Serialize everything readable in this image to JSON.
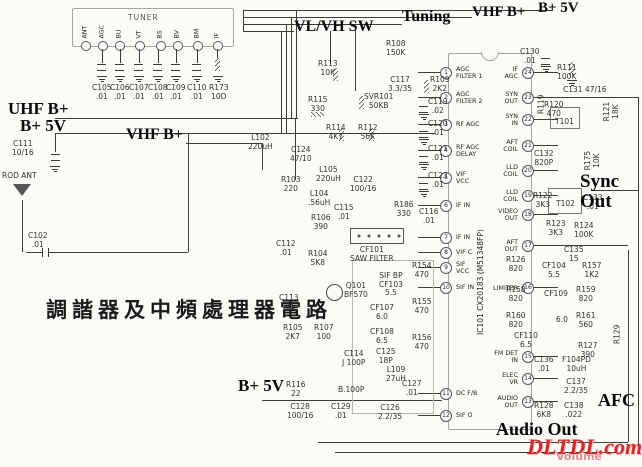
{
  "title": "調諧器及中頻處理器電路",
  "watermark": "DLTDL.com",
  "watermark_sub": "Volume",
  "rails": {
    "uhf_b": "UHF B+",
    "b5v_left": "B+ 5V",
    "vhf_b_left": "VHF B+",
    "vlvh": "VL/VH SW",
    "tuning": "Tuning",
    "vhf_b_top": "VHF B+",
    "b5v_top": "B+ 5V",
    "b5v_bottom": "B+ 5V",
    "sync_out": "Sync\nOut",
    "afc": "AFC",
    "audio_out": "Audio Out"
  },
  "tuner": {
    "label": "TUNER",
    "pins": [
      "ANT",
      "AGC",
      "BU",
      "VT",
      "BS",
      "BV",
      "BM",
      "IF"
    ]
  },
  "tuner_parts": [
    "C105\n.01",
    "C106\n.01",
    "C107\n.01",
    "C108\n.01",
    "C109\n.01",
    "C110\n.01",
    "R173\n10D"
  ],
  "ic": {
    "name": "IC101 CX20183 (M51348FP)",
    "left_pins": [
      {
        "num": "1",
        "label": "AGC\nFILTER 1"
      },
      {
        "num": "2",
        "label": "AGC\nFILTER 2"
      },
      {
        "num": "3",
        "label": "RF AGC"
      },
      {
        "num": "4",
        "label": "RF AGC\nDELAY"
      },
      {
        "num": "5",
        "label": "VIF\nVCC"
      },
      {
        "num": "6",
        "label": "IF IN"
      },
      {
        "num": "7",
        "label": "IF IN"
      },
      {
        "num": "8",
        "label": "VIF C"
      },
      {
        "num": "9",
        "label": "SIF\nVCC"
      },
      {
        "num": "10",
        "label": "SIF IN"
      },
      {
        "num": "11",
        "label": "DC F/B"
      },
      {
        "num": "12",
        "label": "SIF O"
      }
    ],
    "right_pins": [
      {
        "num": "24",
        "label": "IF\nAGC"
      },
      {
        "num": "23",
        "label": "SYN\nOUT"
      },
      {
        "num": "22",
        "label": "SYN\nIN"
      },
      {
        "num": "21",
        "label": "AFT\nCOIL"
      },
      {
        "num": "20",
        "label": "LLD\nCOIL"
      },
      {
        "num": "19",
        "label": "LLD\nCOIL"
      },
      {
        "num": "18",
        "label": "VIDEO\nOUT"
      },
      {
        "num": "17",
        "label": "AFT\nOUT"
      },
      {
        "num": "16",
        "label": "LIMITER"
      },
      {
        "num": "15",
        "label": "FM DET\nIN"
      },
      {
        "num": "14",
        "label": "ELEC\nVR"
      },
      {
        "num": "13",
        "label": "AUDIO\nOUT"
      }
    ]
  },
  "components": [
    "C111\n10/16",
    "ROD ANT",
    "C102\n.01",
    "L102\n220uH",
    "R103\n220",
    "C124\n47/10",
    "L105\n220uH",
    "L104\n.56uH",
    "C122\n100/16",
    "C115\n.01",
    "R106\n390",
    "C112\n.01",
    "R104\n5K8",
    "Q101\nBF570",
    "C113\n.01",
    "R105\n2K7",
    "R107\n100",
    "C114\nJ 100P",
    "R116\n22",
    "B.100P",
    "C128\n100/16",
    "C129\n.01",
    "CF101\nSAW FILTER",
    "R186\n330",
    "C116\n.01",
    "R108\n150K",
    "C117\n3.3/35",
    "R109\n2K2",
    "C119\n.02",
    "R113\n10K",
    "SVR101\n50KB",
    "R115\n330",
    "R114\n4K7",
    "R112\n56K",
    "C120\n.01",
    "C121\n.01",
    "C123\n.01",
    "C130\n.01",
    "R111\n100K",
    "R119",
    "R120\n470",
    "C131 47/16",
    "T101",
    "R121\n18K",
    "C132\n820P",
    "R175\n10K",
    "R122\n3K3",
    "T102",
    "C133\n.01",
    "R123\n3K3",
    "R124\n100K",
    "C135\n15",
    "R126\n820",
    "CF104\n5.5",
    "R157\n1K2",
    "R158\n820",
    "CF109",
    "R159\n820",
    "R160\n820",
    "6.0",
    "R161\n560",
    "CF110\n6.5",
    "R127\n390",
    "C136\n.01",
    "F104PD\n10uH",
    "C137\n2.2/35",
    "R128\n6K8",
    "C138\n.022",
    "R129",
    "C127\n.01",
    "C126\n2.2/35",
    "C125\n18P",
    "L109\n27uH",
    "SIF BP\nCF103\n5.5",
    "R154\n470",
    "R155\n470",
    "CF107\n6.0",
    "CF108\n6.5",
    "R156\n470"
  ]
}
